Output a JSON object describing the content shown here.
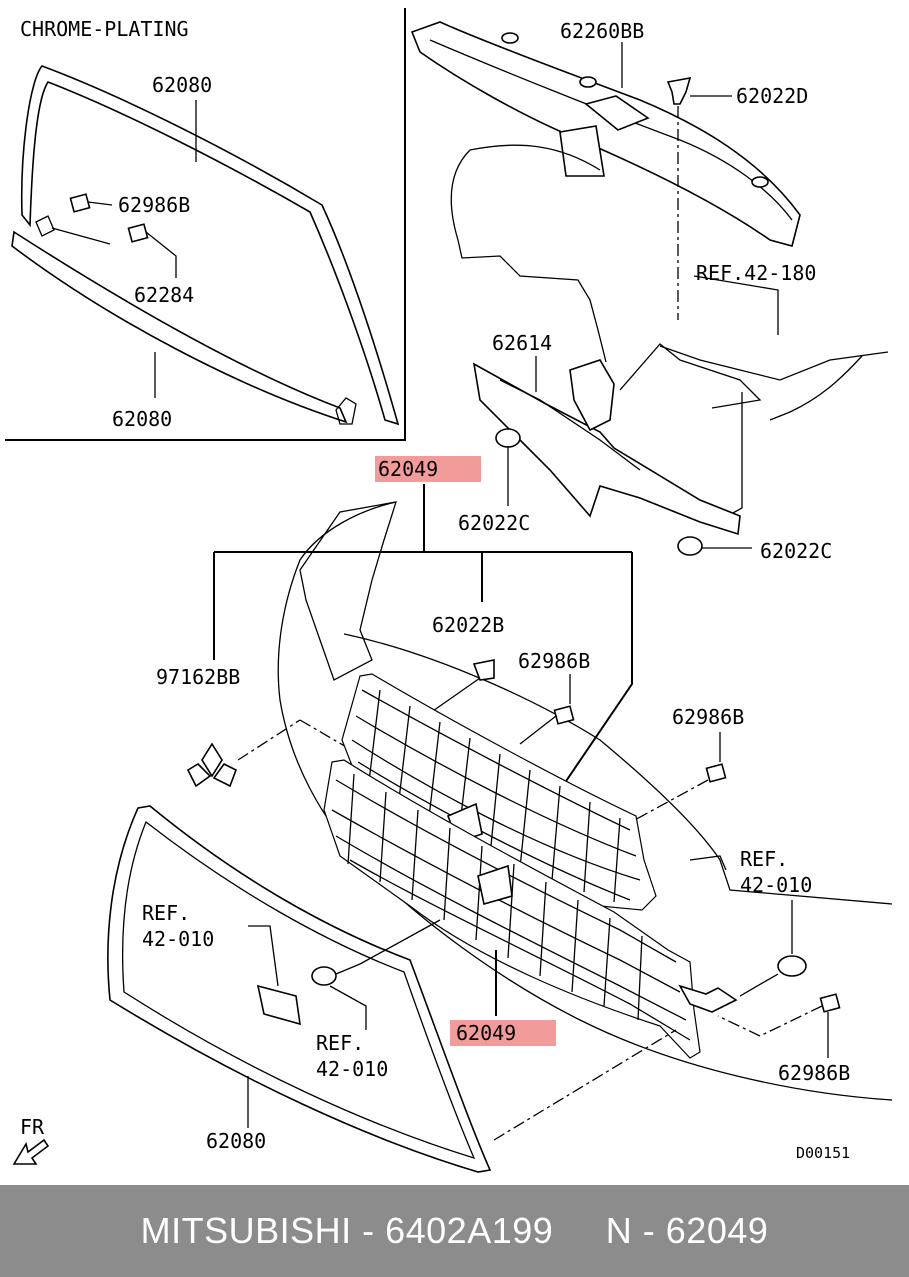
{
  "diagram": {
    "inset_title": "CHROME-PLATING",
    "labels": {
      "p62080_top": "62080",
      "p62986B_inset": "62986B",
      "p62284": "62284",
      "p62080_inset_bottom": "62080",
      "p62260BB": "62260BB",
      "p62022D": "62022D",
      "ref_42_180": "REF.42-180",
      "p62614": "62614",
      "p62049_top": "62049",
      "p62022C_left": "62022C",
      "p62022C_right": "62022C",
      "p62022B": "62022B",
      "p97162BB": "97162BB",
      "p62986B_mid": "62986B",
      "p62986B_right": "62986B",
      "ref_42_010_right_1": "REF.",
      "ref_42_010_right_2": "42-010",
      "ref_42_010_left_1": "REF.",
      "ref_42_010_left_2": "42-010",
      "ref_42_010_bottom_1": "REF.",
      "ref_42_010_bottom_2": "42-010",
      "p62049_bottom": "62049",
      "p62986B_bottom": "62986B",
      "p62080_bottom": "62080",
      "fr": "FR",
      "code": "D00151"
    },
    "highlight_color": "#f08a8a"
  },
  "footer": {
    "text": "MITSUBISHI - 6402A199     N - 62049",
    "background": "#8c8c8c"
  }
}
